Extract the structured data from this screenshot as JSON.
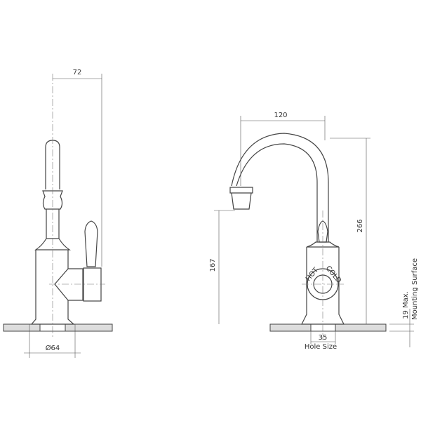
{
  "side_view": {
    "width_label": "72",
    "base_diameter_label": "Ø64"
  },
  "front_view": {
    "reach_label": "120",
    "total_height_label": "266",
    "spout_height_label": "167",
    "hole_label": "35",
    "hole_caption": "Hole Size",
    "mounting_label_1": "19 Max.",
    "mounting_label_2": "Mounting Surface",
    "handle_hot": "HOT",
    "handle_cold": "COLD"
  }
}
